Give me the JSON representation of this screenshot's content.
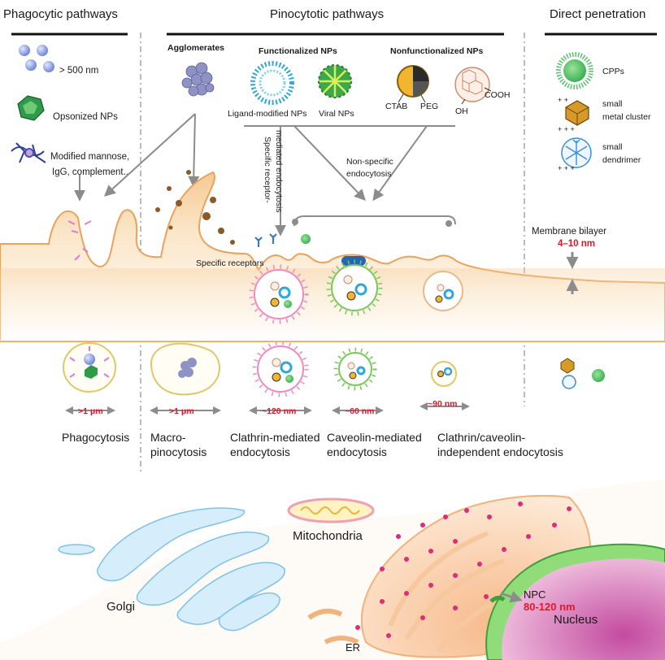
{
  "headers": {
    "phagocytic": "Phagocytic pathways",
    "pinocytotic": "Pinocytotic pathways",
    "direct": "Direct penetration"
  },
  "phagocytic_items": {
    "size": "> 500 nm",
    "opsonized": "Opsonized  NPs",
    "modified_1": "Modified mannose,",
    "modified_2": "IgG, complement.."
  },
  "groups": {
    "agglomerates": "Agglomerates",
    "functionalized": "Functionalized NPs",
    "nonfunctionalized": "Nonfunctionalized NPs"
  },
  "np_labels": {
    "ligand": "Ligand-modified NPs",
    "viral": "Viral NPs",
    "ctab": "CTAB",
    "peg": "PEG",
    "oh": "OH",
    "cooh": "COOH"
  },
  "direct_items": {
    "cpps": "CPPs",
    "metal_1": "small",
    "metal_2": "metal cluster",
    "dendrimer_1": "small",
    "dendrimer_2": "dendrimer"
  },
  "annotations": {
    "specific_1": "Specific receptor-",
    "specific_2": "mediated endocytosis",
    "nonspecific_1": "Non-specific",
    "nonspecific_2": "endocytosis",
    "receptors": "Specific receptors",
    "membrane": "Membrane bilayer",
    "membrane_size": "4–10 nm"
  },
  "sizes": {
    "phago": ">1 μm",
    "macro": ">1 μm",
    "clathrin": "~120 nm",
    "caveolin": "~60 nm",
    "independent": "~90 nm"
  },
  "pathways": {
    "phago": "Phagocytosis",
    "macro_1": "Macro-",
    "macro_2": "pinocytosis",
    "clathrin_1": "Clathrin-mediated",
    "clathrin_2": "endocytosis",
    "caveolin_1": "Caveolin-mediated",
    "caveolin_2": "endocytosis",
    "independent_1": "Clathrin/caveolin-",
    "independent_2": "independent endocytosis"
  },
  "organelles": {
    "golgi": "Golgi",
    "mito": "Mitochondria",
    "er": "ER",
    "npc": "NPC",
    "npc_size": "80-120 nm",
    "nucleus": "Nucleus"
  },
  "colors": {
    "membrane": "#f6d4a4",
    "accent_red": "#e0182d",
    "arrow": "#8c8c8c"
  }
}
